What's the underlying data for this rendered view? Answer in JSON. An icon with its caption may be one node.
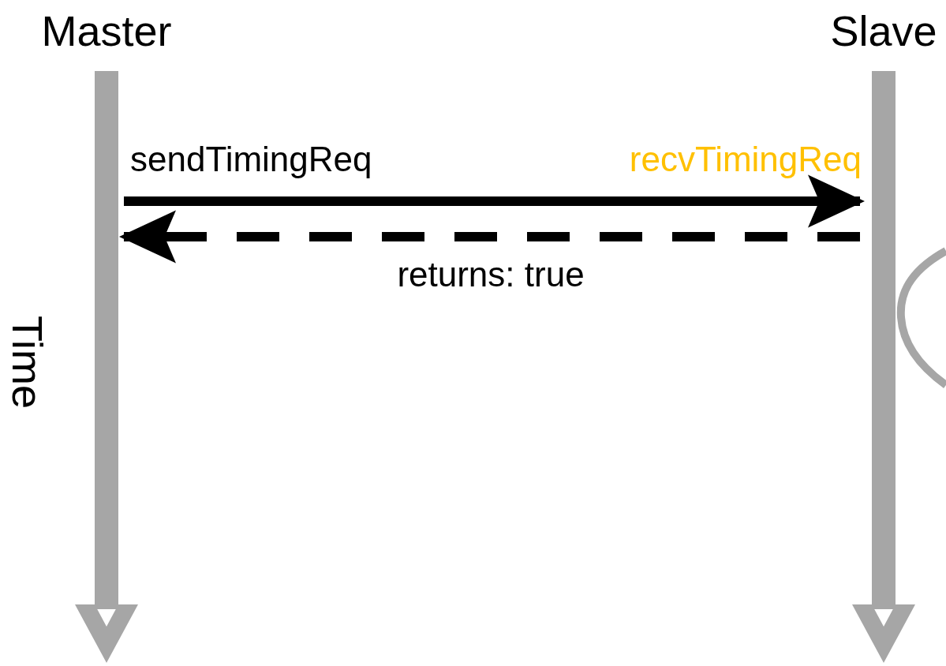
{
  "diagram": {
    "nodes": [
      {
        "text": [
          "Master"
        ]
      },
      {
        "text": [
          "Slave"
        ]
      }
    ],
    "edges": [
      {
        "from": 0,
        "to": 1,
        "arrow": "to",
        "label": "sendTimingReq"
      },
      {
        "from": 1,
        "to": 0,
        "arrow": "to",
        "style": "dashed",
        "label": "returns: true"
      }
    ],
    "labels": [
      "recvTimingReq",
      "Time"
    ]
  }
}
